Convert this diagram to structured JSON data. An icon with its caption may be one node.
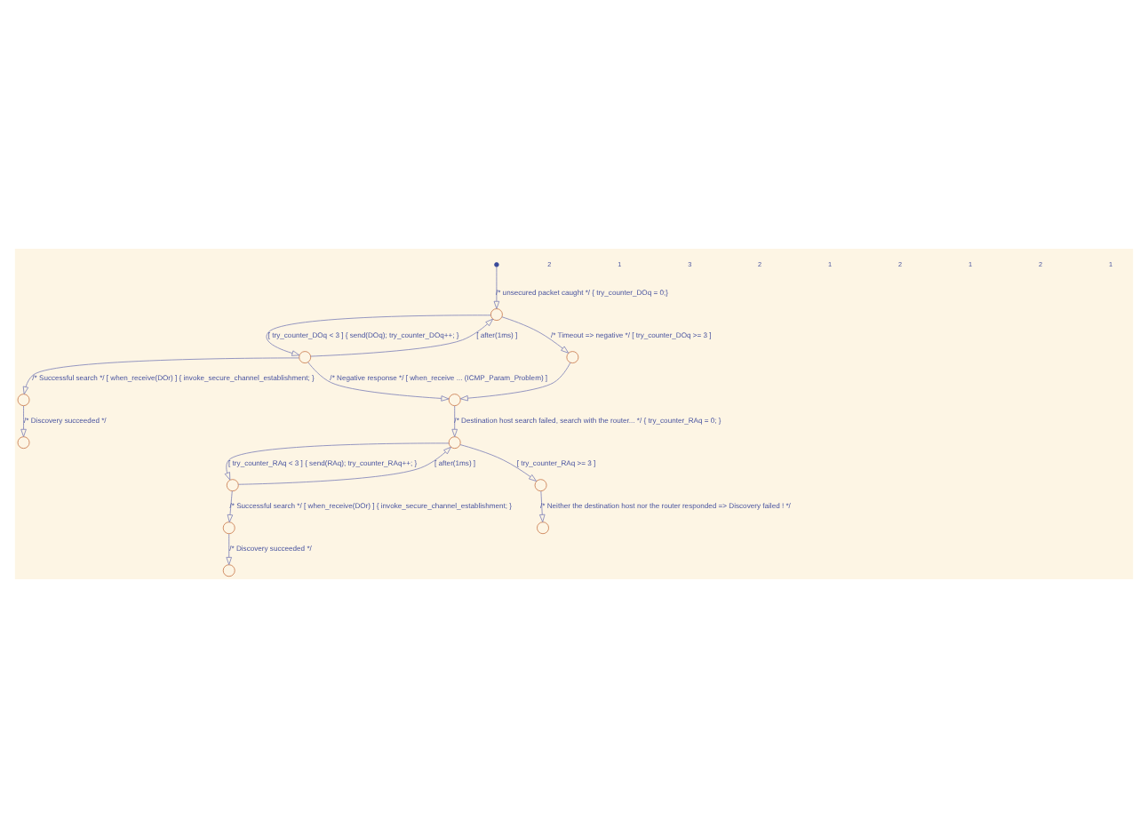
{
  "diagram": {
    "nodes": [
      {
        "text": [],
        "shape": "dot"
      },
      {
        "text": [],
        "shape": "circle"
      },
      {
        "text": [],
        "shape": "circle"
      },
      {
        "text": [],
        "shape": "circle"
      },
      {
        "text": [],
        "shape": "circle"
      },
      {
        "text": [],
        "shape": "circle"
      },
      {
        "text": [],
        "shape": "circle"
      },
      {
        "text": [],
        "shape": "circle"
      },
      {
        "text": [],
        "shape": "circle"
      },
      {
        "text": [],
        "shape": "circle"
      },
      {
        "text": [],
        "shape": "circle"
      },
      {
        "text": [],
        "shape": "circle"
      },
      {
        "text": [],
        "shape": "circle"
      }
    ],
    "edges": [
      {
        "from": 0,
        "to": 1,
        "arrow": "to",
        "label": "/* unsecured packet caught */ { try_counter_DOq = 0;}"
      },
      {
        "from": 1,
        "to": 2,
        "arrow": "to",
        "label": "[ try_counter_DOq < 3 ] { send(DOq); try_counter_DOq++; }"
      },
      {
        "from": 2,
        "to": 1,
        "arrow": "to",
        "label": "[ after(1ms) ]"
      },
      {
        "from": 1,
        "to": 3,
        "arrow": "to",
        "label": "/* Timeout => negative */ [ try_counter_DOq >= 3 ]"
      },
      {
        "from": 2,
        "to": 4,
        "arrow": "to",
        "label": "/* Successful search */ [ when_receive(DOr) ] { invoke_secure_channel_establishment; }"
      },
      {
        "from": 4,
        "to": 5,
        "arrow": "to",
        "label": "/* Discovery succeeded */"
      },
      {
        "from": 3,
        "to": 6,
        "arrow": "to"
      },
      {
        "from": 2,
        "to": 6,
        "arrow": "to",
        "label": "/* Negative response */ [ when_receive ... (ICMP_Param_Problem) ]"
      },
      {
        "from": 6,
        "to": 7,
        "arrow": "to",
        "label": "/* Destination host search failed, search with the router... */ { try_counter_RAq = 0; }"
      },
      {
        "from": 7,
        "to": 8,
        "arrow": "to",
        "label": "[ try_counter_RAq < 3 ] { send(RAq); try_counter_RAq++; }"
      },
      {
        "from": 8,
        "to": 7,
        "arrow": "to",
        "label": "[ after(1ms) ]"
      },
      {
        "from": 7,
        "to": 9,
        "arrow": "to",
        "label": "[ try_counter_RAq >= 3 ]"
      },
      {
        "from": 9,
        "to": 10,
        "arrow": "to",
        "label": "/* Neither the destination host nor the router responded => Discovery failed ! */"
      },
      {
        "from": 8,
        "to": 11,
        "arrow": "to",
        "label": "/* Successful search */ [ when_receive(DOr) ] { invoke_secure_channel_establishment; }"
      },
      {
        "from": 11,
        "to": 12,
        "arrow": "to",
        "label": "/* Discovery succeeded */"
      }
    ],
    "labels": [
      "2",
      "1",
      "3",
      "2",
      "1",
      "2",
      "1",
      "2",
      "1"
    ]
  }
}
